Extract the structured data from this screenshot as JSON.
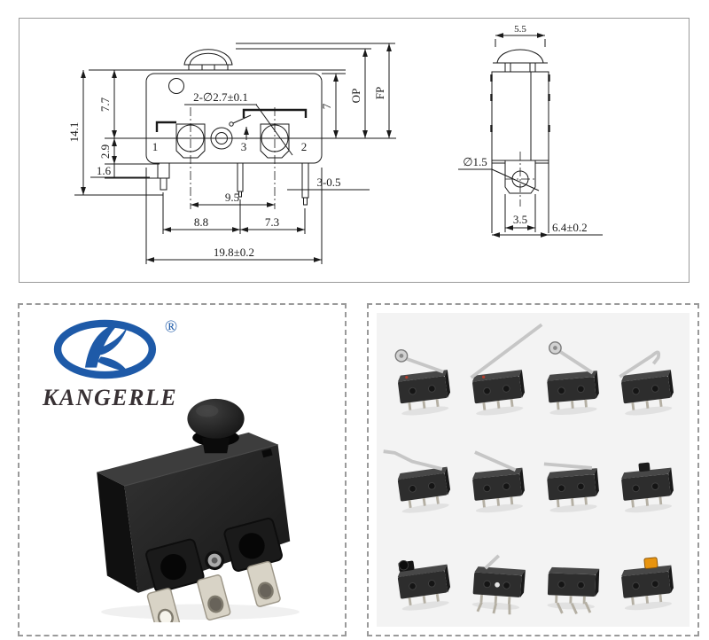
{
  "colors": {
    "page-bg": "#ffffff",
    "panel-border": "#9a9a9a",
    "line": "#1a1a1a",
    "photo-bg": "#f3f3f3",
    "logo-blue": "#1e5aa8",
    "brand-text": "#383134",
    "lever-silver": "#c6c6c6",
    "switch-body": "#2d2d2d",
    "terminal-silver": "#d8d3c6",
    "orange-button": "#e8940f"
  },
  "drawing": {
    "front": {
      "hole_callout": "2-∅2.7±0.1",
      "t1": "1",
      "t3": "3",
      "t2": "2",
      "h_total": "14.1",
      "h_upper": "7.7",
      "h_mid": "2.9",
      "h_pin": "1.6",
      "w_holes": "9.5",
      "w_left": "8.8",
      "w_right": "7.3",
      "w_total": "19.8±0.2",
      "pin_callout": "3-0.5",
      "d7": "7",
      "op": "OP",
      "fp": "FP"
    },
    "side": {
      "w_button": "5.5",
      "hole": "∅1.5",
      "w_inner": "3.5",
      "depth": "6.4±0.2"
    }
  },
  "branding": {
    "name": "KANGERLE",
    "registered": "®"
  },
  "gallery": {
    "items": [
      {
        "name": "roller-lever-switch"
      },
      {
        "name": "long-lever-switch"
      },
      {
        "name": "roller-lever-switch-angled"
      },
      {
        "name": "simulated-roller-lever-switch"
      },
      {
        "name": "bent-lever-switch"
      },
      {
        "name": "short-lever-switch"
      },
      {
        "name": "flat-lever-switch"
      },
      {
        "name": "no-lever-switch"
      },
      {
        "name": "roller-button-switch"
      },
      {
        "name": "pin-plunger-switch"
      },
      {
        "name": "three-pin-switch"
      },
      {
        "name": "orange-button-switch"
      }
    ]
  }
}
